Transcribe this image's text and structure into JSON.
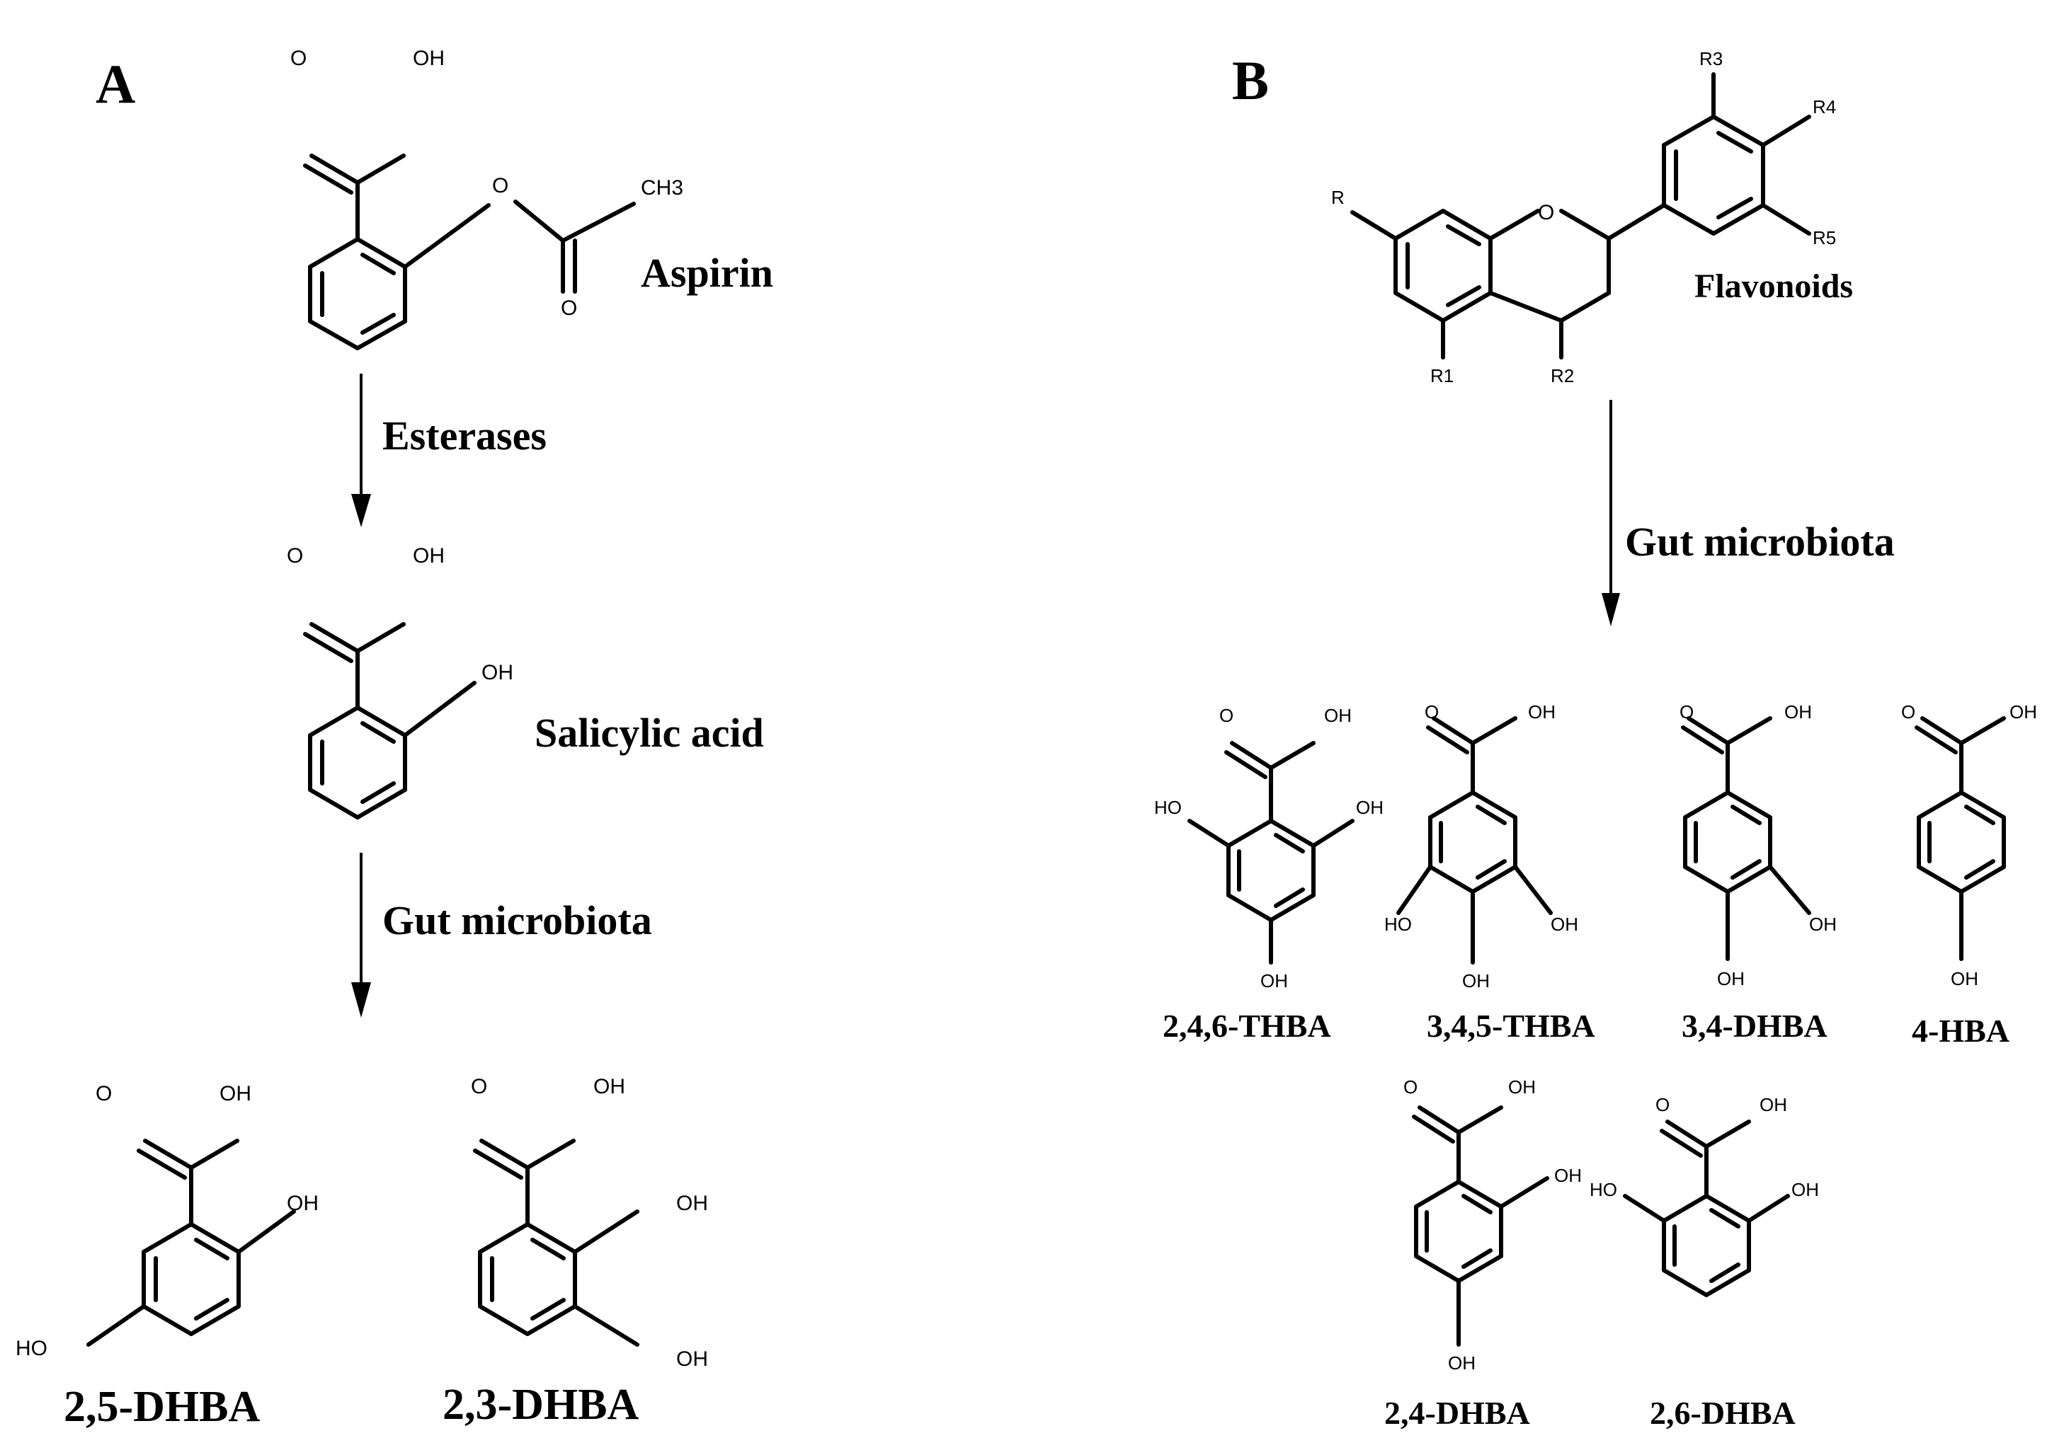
{
  "panels": {
    "a": "A",
    "b": "B"
  },
  "panel_a": {
    "aspirin": "Aspirin",
    "esterases": "Esterases",
    "salicylic_acid": "Salicylic acid",
    "gut_microbiota": "Gut microbiota",
    "dhba_25": "2,5-DHBA",
    "dhba_23": "2,3-DHBA"
  },
  "panel_b": {
    "flavonoids": "Flavonoids",
    "gut_microbiota": "Gut microbiota",
    "thba_246": "2,4,6-THBA",
    "thba_345": "3,4,5-THBA",
    "dhba_34": "3,4-DHBA",
    "hba_4": "4-HBA",
    "dhba_24": "2,4-DHBA",
    "dhba_26": "2,6-DHBA"
  },
  "atoms": {
    "o": "O",
    "oh": "OH",
    "ho": "HO",
    "r": "R",
    "ch3": "CH3",
    "r1": "R1",
    "r2": "R2",
    "r3": "R3",
    "r4": "R4",
    "r5": "R5"
  }
}
